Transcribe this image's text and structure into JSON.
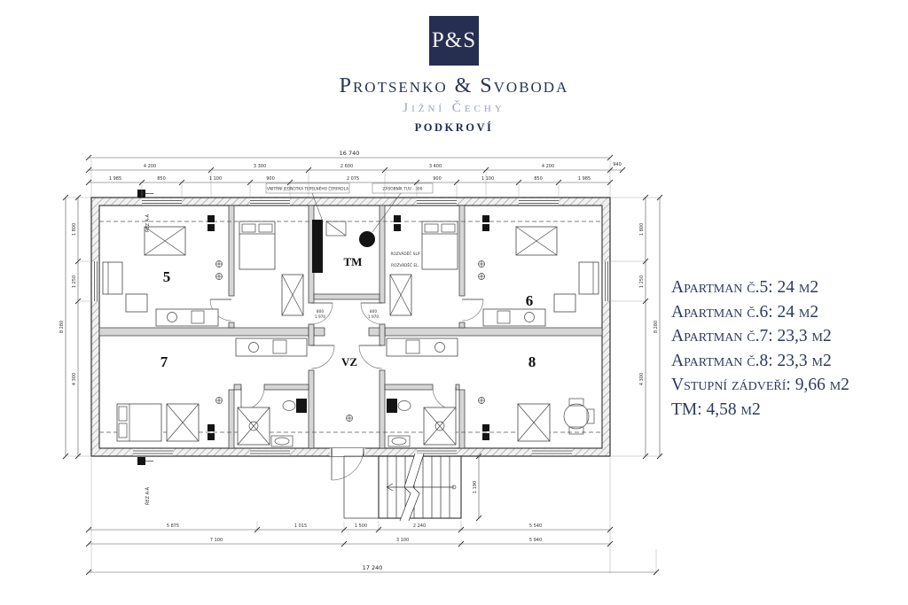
{
  "brand": {
    "logo": "P&S",
    "company": "Protsenko & Svoboda",
    "region": "Jižní Čechy",
    "level": "Podkroví"
  },
  "legend": {
    "lines": [
      "Apartman č.5: 24 m2",
      "Apartman č.6: 24 m2",
      "Apartman č.7: 23,3 m2",
      "Apartman č.8: 23,3 m2",
      "Vstupní zádveří: 9,66 m2",
      "TM: 4,58 m2"
    ]
  },
  "plan": {
    "rooms": {
      "apt5": "5",
      "apt6": "6",
      "apt7": "7",
      "apt8": "8",
      "tm": "TM",
      "vz": "VZ"
    },
    "notes": {
      "heat_pump": "VNITŘNÍ JEDNOTKA TEPELNÉHO ČERPADLA",
      "tank": "ZÁSOBNÍK TUV - 300",
      "panel_slp": "ROZVÁDĚČ SLP",
      "panel_el": "ROZVÁDĚČ EL.",
      "section": "ŘEZ A-Á"
    },
    "dims": {
      "top_total": "16 740",
      "bottom_total": "17 240",
      "side_total": "8 280",
      "overhang": "940",
      "stair_width": "1 190",
      "door_w": "800",
      "door_h": "1 970",
      "top_row1": [
        "4 200",
        "3 300",
        "2 600",
        "3 400",
        "4 200"
      ],
      "top_row2": [
        "1 985",
        "850",
        "1 100",
        "900",
        "2 075",
        "900",
        "1 100",
        "850",
        "1 985"
      ],
      "bottom_row1": [
        "5 875",
        "1 015",
        "1 500",
        "2 240",
        "5 540"
      ],
      "bottom_row2": [
        "7 100",
        "3 100",
        "5 940"
      ],
      "left_col": [
        "1 800",
        "1 250",
        "4 300"
      ],
      "right_col": [
        "1 800",
        "1 250",
        "4 300"
      ]
    }
  },
  "colors": {
    "brand_navy": "#2b3557",
    "muted_blue": "#9aa3bd",
    "plan_line": "#2f2f2f"
  }
}
